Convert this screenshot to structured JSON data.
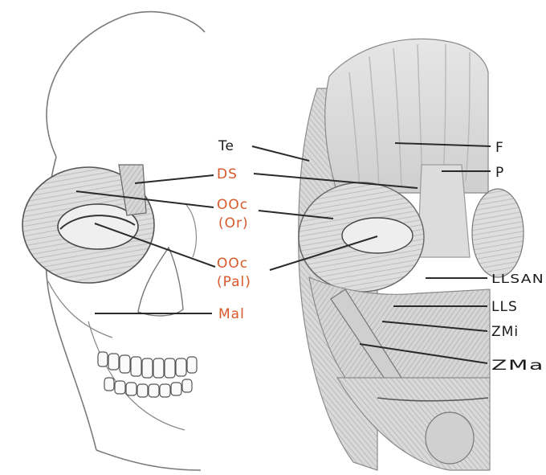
{
  "colors": {
    "skull_label": "#d8582a",
    "muscle_label": "#1a1a1a",
    "leader_line": "#2a2a2a",
    "sketch_stroke": "#7a7a7a",
    "muscle_shade": "#b9b9b9"
  },
  "labels": {
    "te": "Te",
    "ds": "DS",
    "ooc_or_1": "OOc",
    "ooc_or_2": "(Or)",
    "ooc_pal_1": "OOc",
    "ooc_pal_2": "(Pal)",
    "mal": "Mal",
    "f": "F",
    "p": "P",
    "llsan": "LLSAN",
    "lls": "LLS",
    "zmi": "ZMi",
    "zma": "ZMa"
  }
}
